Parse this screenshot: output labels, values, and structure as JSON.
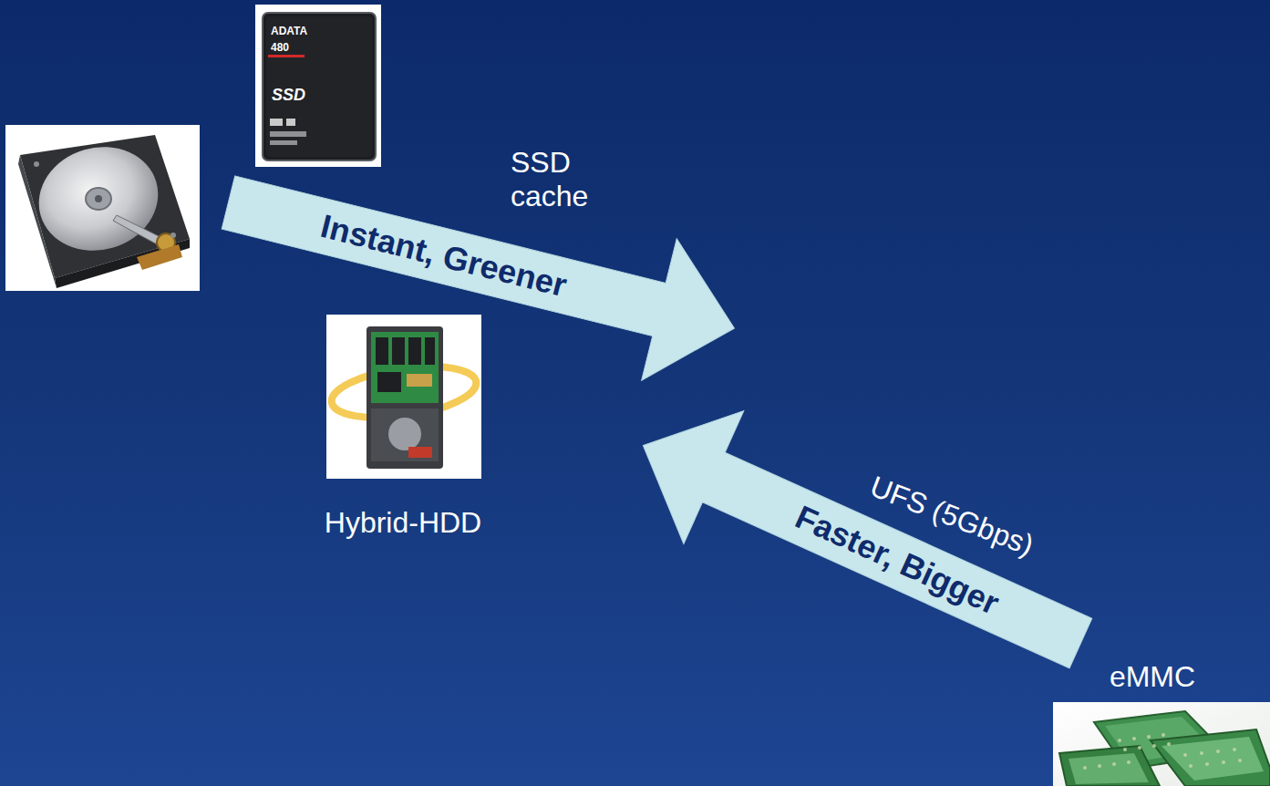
{
  "diagram": {
    "nodes": [
      {
        "text": [
          "Instant, Greener"
        ]
      },
      {
        "text": [
          "Faster, Bigger"
        ]
      }
    ],
    "labels": [
      "ADATA",
      "480",
      "SSD",
      "SSD cache",
      "Hybrid-HDD",
      "UFS (5Gbps)",
      "eMMC"
    ]
  }
}
